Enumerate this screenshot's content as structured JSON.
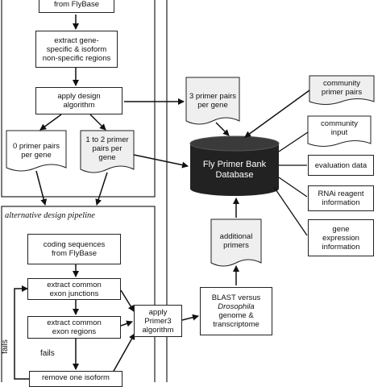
{
  "top_box": "from FlyBase",
  "extract_specific": "extract gene-\nspecific & isoform\nnon-specific regions",
  "apply_design": "apply design\nalgorithm",
  "zero_pairs": "0 primer pairs\nper gene",
  "one_two_pairs": "1 to 2 primer\npairs per\ngene",
  "three_pairs": "3 primer pairs\nper gene",
  "community_pairs": "community\nprimer pairs",
  "community_input": "community\ninput",
  "database": "Fly Primer Bank\nDatabase",
  "evaluation": "evaluation data",
  "rnai": "RNAi reagent\ninformation",
  "gene_expression": "gene\nexpression\ninformation",
  "alt_pipeline_title": "alternative design pipeline",
  "coding_sequences": "coding sequences\nfrom FlyBase",
  "extract_junctions": "extract common\nexon junctions",
  "extract_regions": "extract common\nexon regions",
  "remove_isoform": "remove one isoform",
  "apply_primer3": "apply\nPrimer3\nalgorithm",
  "blast_line1": "BLAST versus",
  "blast_line2": "Drosophila",
  "blast_line3": "genome &\ntranscriptome",
  "additional_primers": "additional\nprimers",
  "fails_1": "fails",
  "fails_2": "fails"
}
